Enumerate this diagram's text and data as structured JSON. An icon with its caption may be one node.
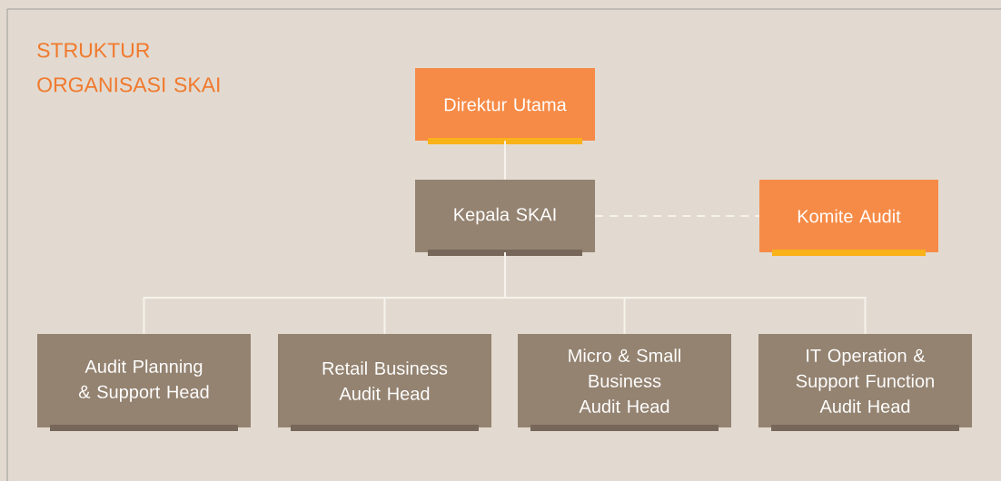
{
  "diagram": {
    "title": "STRUKTUR ORGANISASI SKAI",
    "nodes": [
      {
        "text": [
          "Direktur Utama"
        ]
      },
      {
        "text": [
          "Kepala SKAI"
        ]
      },
      {
        "text": [
          "Komite Audit"
        ]
      },
      {
        "text": [
          "Audit Planning & Support Head"
        ]
      },
      {
        "text": [
          "Retail Business Audit Head"
        ]
      },
      {
        "text": [
          "Micro & Small Business Audit Head"
        ]
      },
      {
        "text": [
          "IT Operation & Support Function Audit Head"
        ]
      }
    ],
    "edges": [
      {
        "from": 0,
        "to": 1,
        "arrow": "none"
      },
      {
        "from": 1,
        "to": 2,
        "arrow": "none",
        "style": "dashed"
      },
      {
        "from": 1,
        "to": 3,
        "arrow": "none"
      },
      {
        "from": 1,
        "to": 4,
        "arrow": "none"
      },
      {
        "from": 1,
        "to": 5,
        "arrow": "none"
      },
      {
        "from": 1,
        "to": 6,
        "arrow": "none"
      }
    ]
  }
}
